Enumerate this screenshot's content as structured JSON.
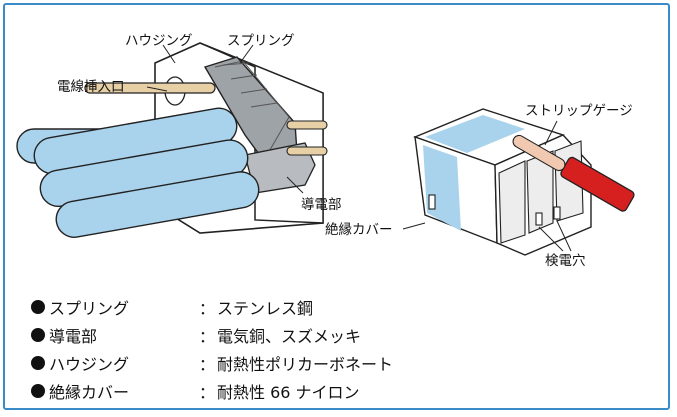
{
  "labels": {
    "housing": "ハウジング",
    "spring": "スプリング",
    "wire_inlet": "電線挿入口",
    "conductor": "導電部",
    "strip_gauge": "ストリップゲージ",
    "insulation_cover": "絶縁カバー",
    "test_hole": "検電穴"
  },
  "specs": [
    {
      "term": "スプリング",
      "value": "ステンレス鋼"
    },
    {
      "term": "導電部",
      "value": "電気銅、スズメッキ"
    },
    {
      "term": "ハウジング",
      "value": "耐熱性ポリカーボネート"
    },
    {
      "term": "絶縁カバー",
      "value": "耐熱性 66 ナイロン"
    }
  ],
  "colors": {
    "frame_border": "#3a8cc8",
    "wire_insulation": "#a9d3ec",
    "copper": "#e7cfa6",
    "spring": "#9ea3a8",
    "red_wire": "#d62020"
  }
}
